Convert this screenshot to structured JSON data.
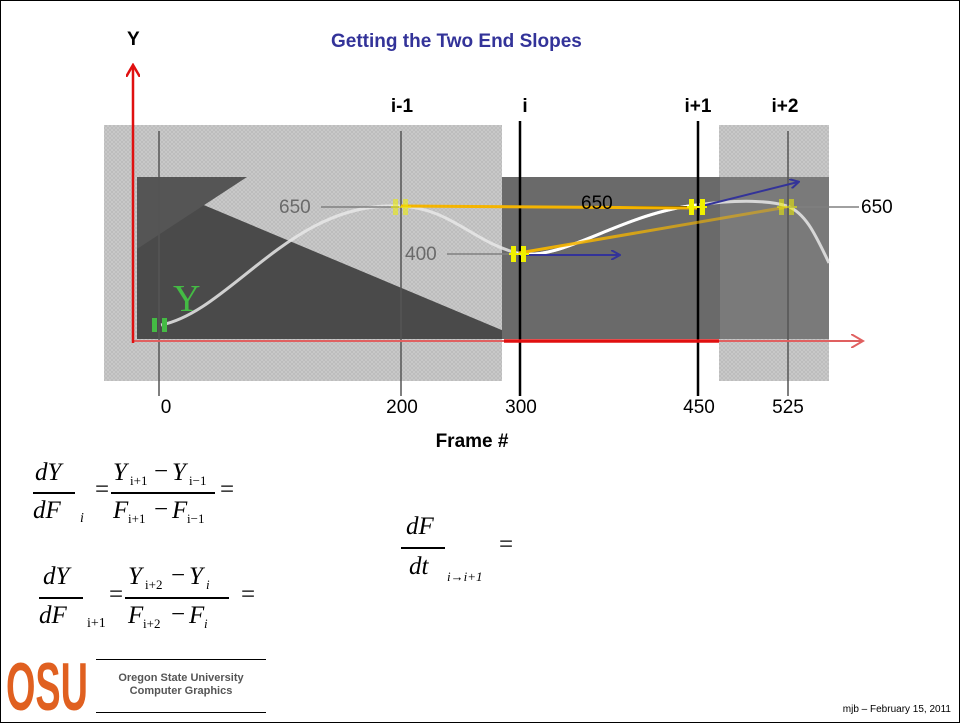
{
  "title": "Getting the Two End Slopes",
  "axis_y_label": "Y",
  "axis_x_label": "Frame #",
  "indices": [
    "i-1",
    "i",
    "i+1",
    "i+2"
  ],
  "frame_ticks": [
    "0",
    "200",
    "300",
    "450",
    "525"
  ],
  "value_labels": {
    "left_650": "650",
    "mid_400": "400",
    "center_650": "650",
    "right_650": "650"
  },
  "curve_label": "Y",
  "equations": {
    "slope_i": {
      "lhs_num": "dY",
      "lhs_den": "dF",
      "lhs_sub": "i",
      "rhs_num": "Y",
      "rhs_num_sub1": "i+1",
      "rhs_num_op": "−",
      "rhs_num_b": "Y",
      "rhs_num_sub2": "i−1",
      "rhs_den": "F",
      "rhs_den_sub1": "i+1",
      "rhs_den_op": "−",
      "rhs_den_b": "F",
      "rhs_den_sub2": "i−1",
      "eq": "="
    },
    "slope_i1": {
      "lhs_num": "dY",
      "lhs_den": "dF",
      "lhs_sub": "i+1",
      "rhs_num": "Y",
      "rhs_num_sub1": "i+2",
      "rhs_num_op": "−",
      "rhs_num_b": "Y",
      "rhs_num_sub2": "i",
      "rhs_den": "F",
      "rhs_den_sub1": "i+2",
      "rhs_den_op": "−",
      "rhs_den_b": "F",
      "rhs_den_sub2": "i",
      "eq": "="
    },
    "dfdt": {
      "num": "dF",
      "den": "dt",
      "sub": "i→i+1",
      "eq": "="
    }
  },
  "logo_text": "OSU",
  "footer_line1": "Oregon State University",
  "footer_line2": "Computer Graphics",
  "footer_date": "mjb – February 15, 2011",
  "colors": {
    "title": "#333399",
    "y_axis": "#e01010",
    "orange_line": "#f4b400",
    "blue_arrow": "#333399",
    "key_marker": "#f0f000",
    "curve_label": "#44bb44",
    "logo": "#e06020"
  }
}
